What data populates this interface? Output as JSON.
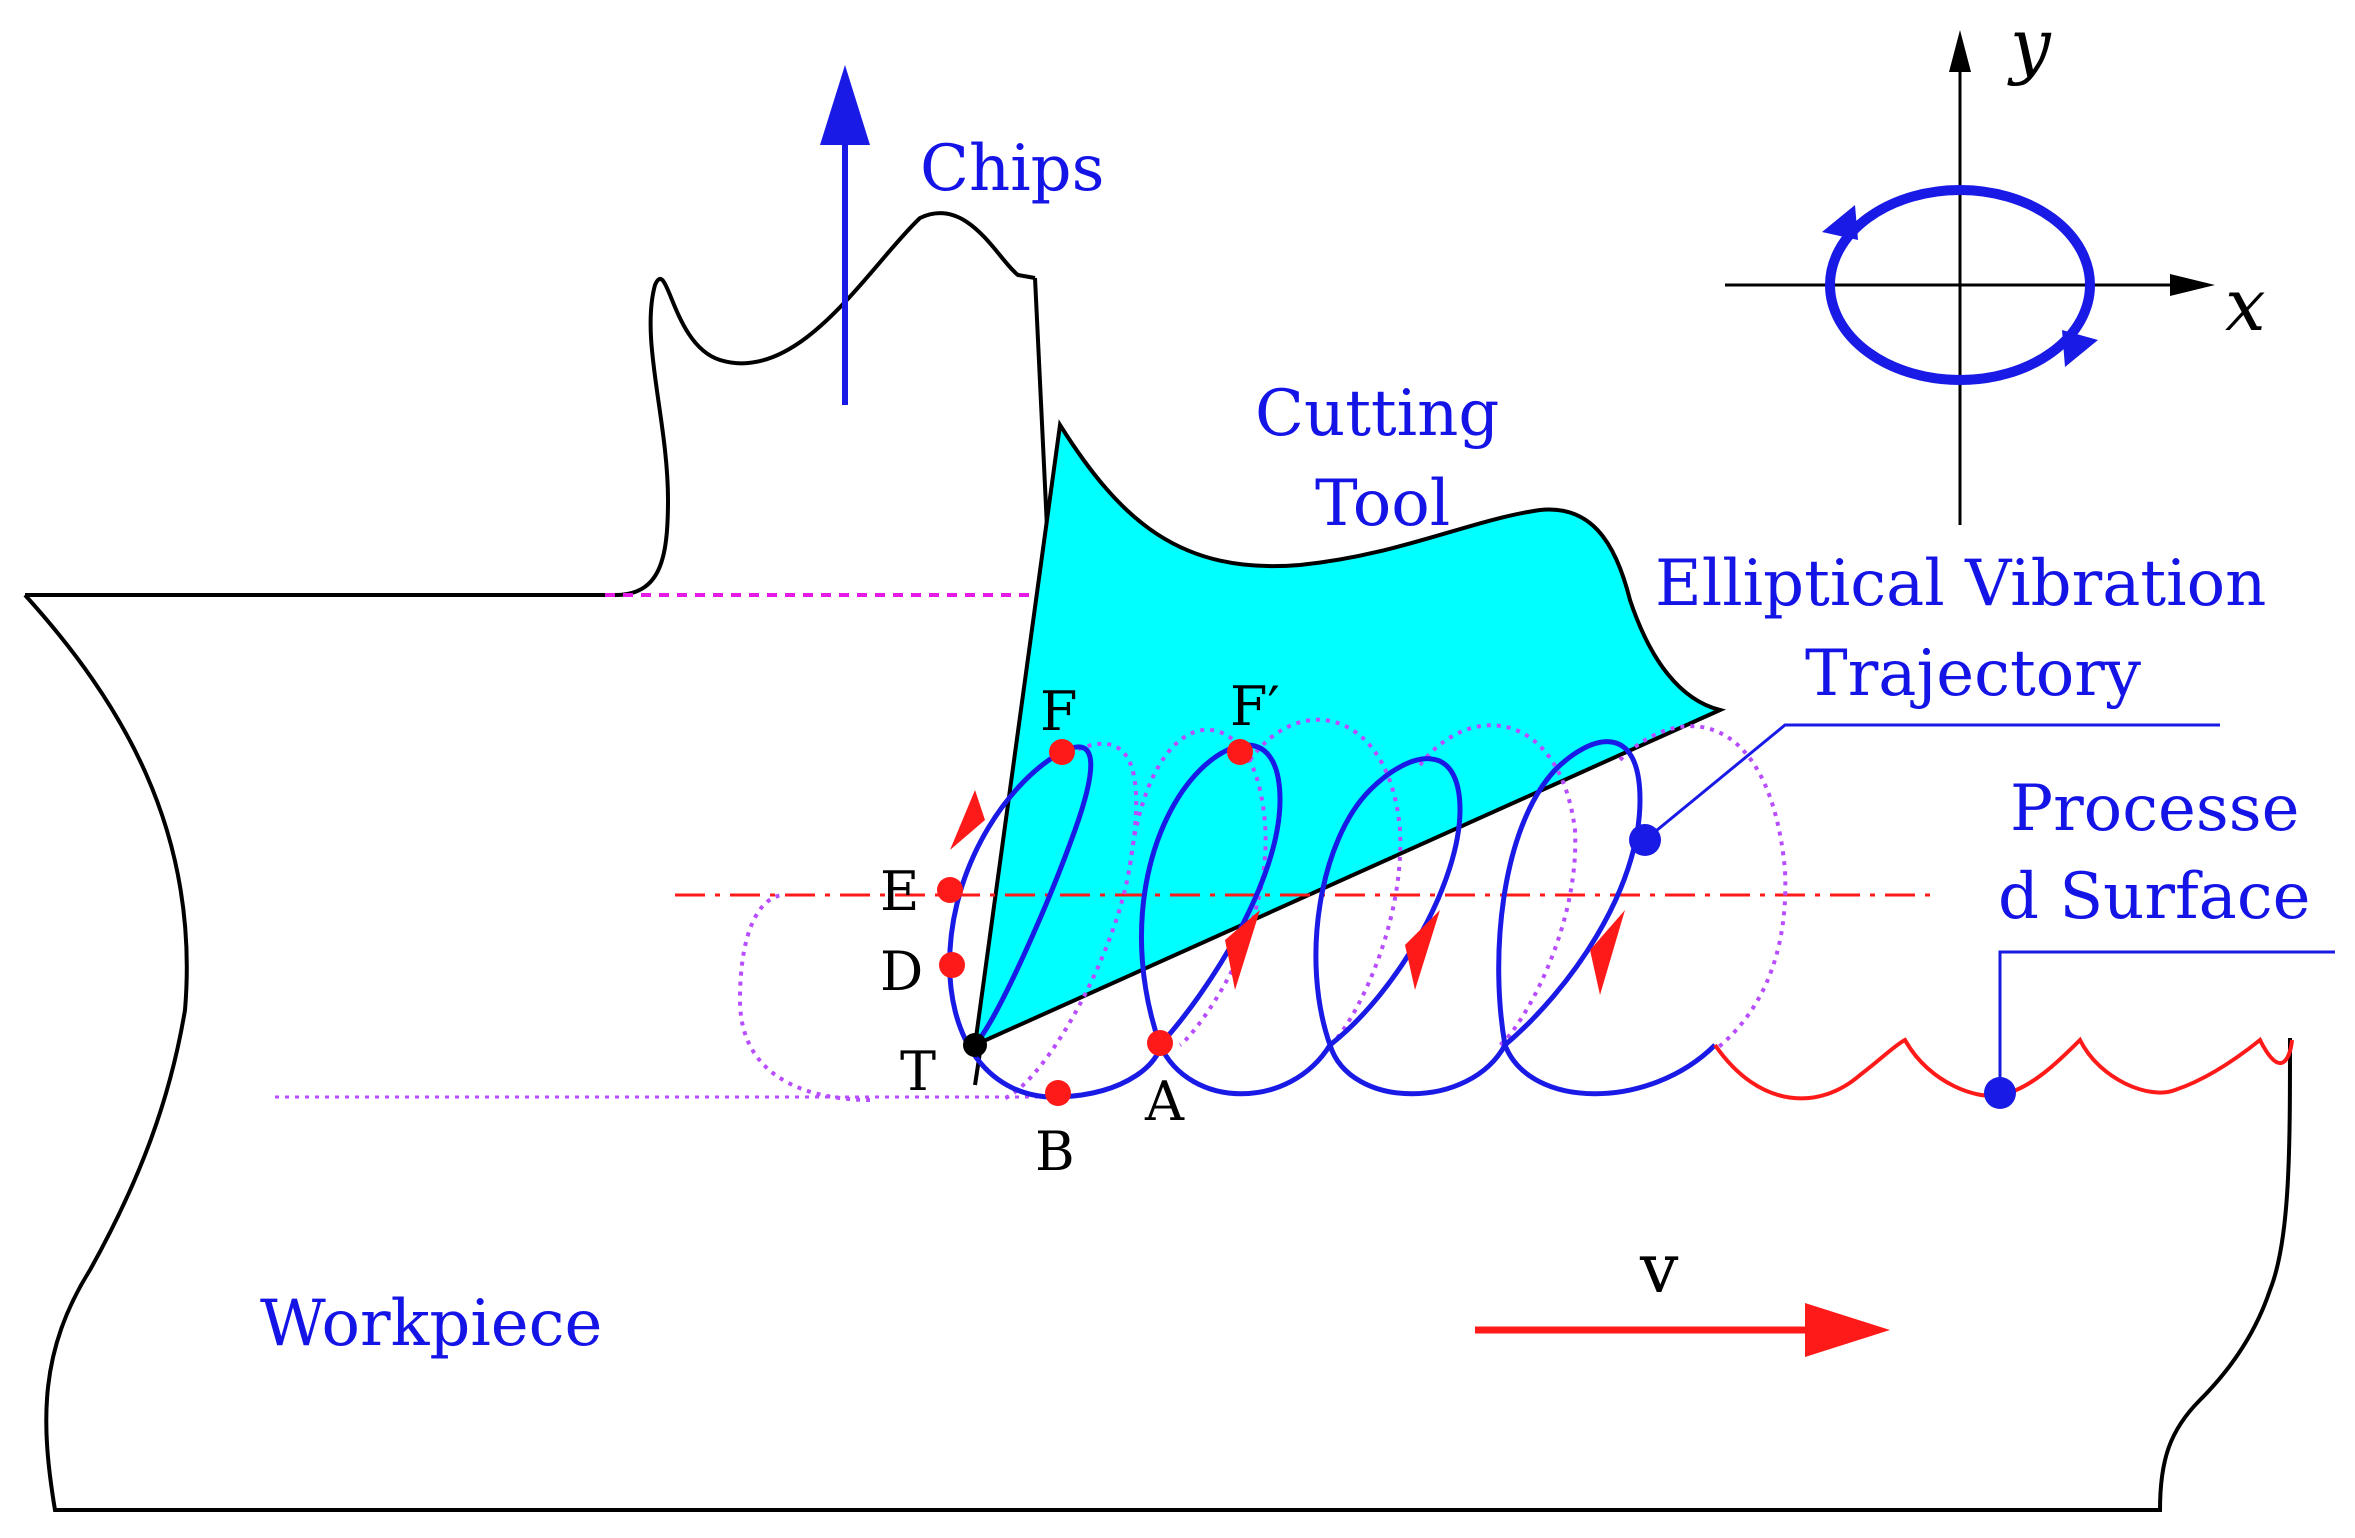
{
  "labels": {
    "chips": "Chips",
    "cutting_tool_line1": "Cutting",
    "cutting_tool_line2": "Tool",
    "trajectory_line1": "Elliptical Vibration",
    "trajectory_line2": "Trajectory",
    "surface_line1": "Processe",
    "surface_line2": "d Surface",
    "workpiece": "Workpiece",
    "velocity": "v",
    "axis_x": "x",
    "axis_y": "y"
  },
  "points": {
    "F": "F",
    "F_prime": "F′",
    "E": "E",
    "D": "D",
    "T": "T",
    "B": "B",
    "A": "A"
  },
  "colors": {
    "label_blue": "#1414e6",
    "trajectory_blue": "#1a1ae6",
    "tool_cyan": "#00ffff",
    "marker_red": "#ff1a1a",
    "guide_magenta": "#e619e6",
    "dotted_violet": "#b84dff",
    "outline_black": "#000000"
  }
}
